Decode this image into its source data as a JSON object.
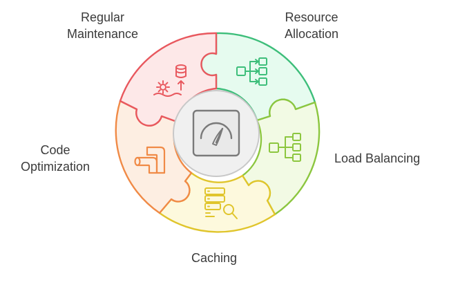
{
  "center": {
    "icon": "speedometer-icon"
  },
  "segments": [
    {
      "id": "resource-allocation",
      "lines": [
        "Resource",
        "Allocation"
      ],
      "icon": "hierarchy-icon",
      "color": "#3dbe7a",
      "fill": "#e6fbef"
    },
    {
      "id": "load-balancing",
      "lines": [
        "Load Balancing"
      ],
      "icon": "hierarchy-icon",
      "color": "#8cc63f",
      "fill": "#f2fae4"
    },
    {
      "id": "caching",
      "lines": [
        "Caching"
      ],
      "icon": "server-search-icon",
      "color": "#e0c52c",
      "fill": "#fdf9dd"
    },
    {
      "id": "code-optimization",
      "lines": [
        "Code",
        "Optimization"
      ],
      "icon": "pipe-icon",
      "color": "#f08a46",
      "fill": "#fdeee2"
    },
    {
      "id": "regular-maintenance",
      "lines": [
        "Regular",
        "Maintenance"
      ],
      "icon": "maintenance-icon",
      "color": "#e8585e",
      "fill": "#fde8e8"
    }
  ]
}
